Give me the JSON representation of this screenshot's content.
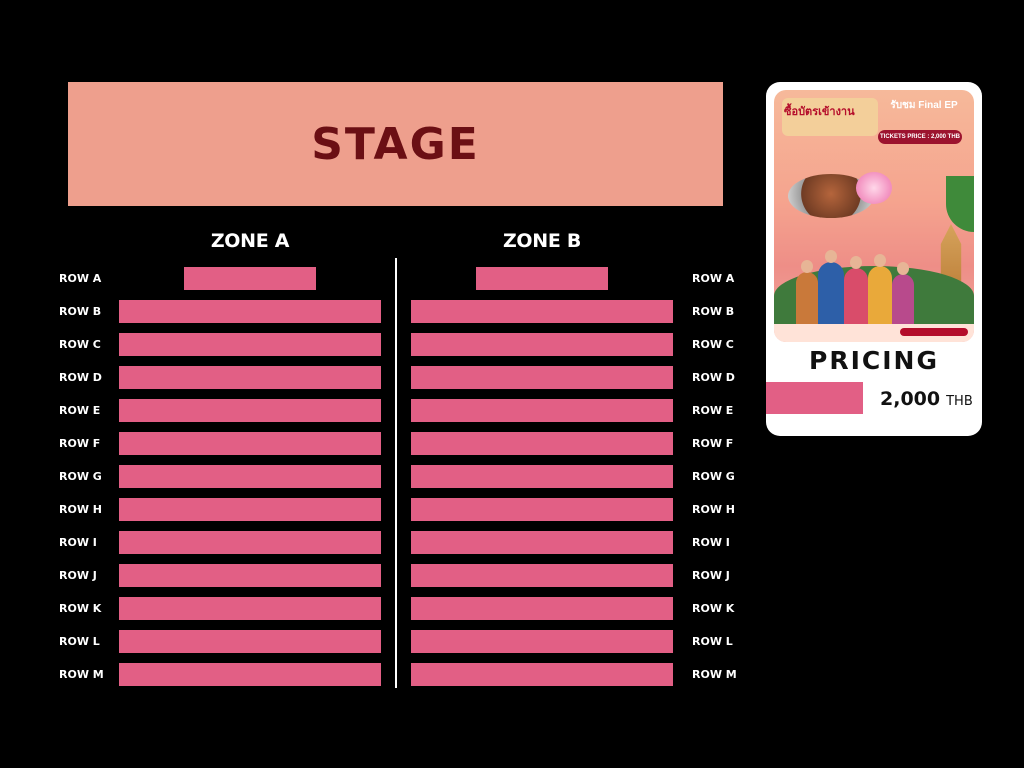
{
  "stage": {
    "label": "STAGE"
  },
  "zones": [
    {
      "name": "ZONE A"
    },
    {
      "name": "ZONE B"
    }
  ],
  "rows": [
    "ROW A",
    "ROW B",
    "ROW C",
    "ROW D",
    "ROW E",
    "ROW F",
    "ROW G",
    "ROW H",
    "ROW I",
    "ROW J",
    "ROW K",
    "ROW L",
    "ROW M"
  ],
  "pricing": {
    "heading": "PRICING",
    "tiers": [
      {
        "amount": "2,000",
        "currency": "THB",
        "color": "#e25f85"
      }
    ]
  },
  "poster": {
    "headline": "ซื้อบัตรเข้างาน",
    "subheadline": "รับชม Final EP",
    "ticket_price_text": "TICKETS PRICE : 2,000 THB"
  },
  "colors": {
    "background": "#000000",
    "stage": "#ee9f8d",
    "stage_text": "#6b0f14",
    "seat_block": "#e25f85"
  }
}
